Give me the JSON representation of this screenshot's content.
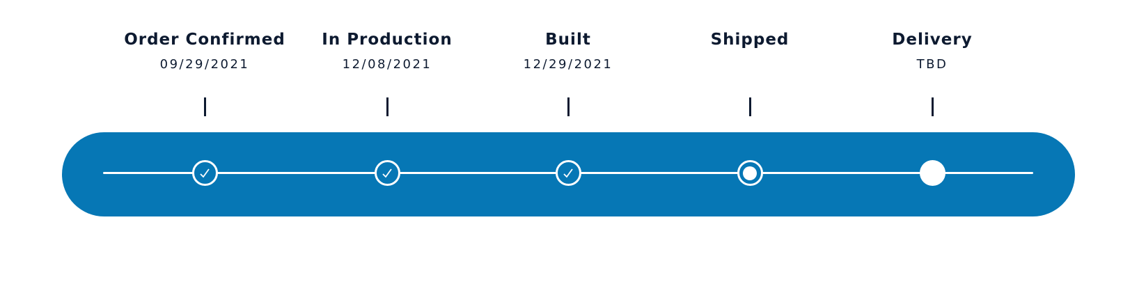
{
  "colors": {
    "bar": "#0677b5",
    "text": "#0d1a30",
    "node": "#ffffff"
  },
  "steps": [
    {
      "title": "Order Confirmed",
      "date": "09/29/2021",
      "status": "complete",
      "icon": "check-icon"
    },
    {
      "title": "In Production",
      "date": "12/08/2021",
      "status": "complete",
      "icon": "check-icon"
    },
    {
      "title": "Built",
      "date": "12/29/2021",
      "status": "complete",
      "icon": "check-icon"
    },
    {
      "title": "Shipped",
      "date": "",
      "status": "current",
      "icon": "current-dot-icon"
    },
    {
      "title": "Delivery",
      "date": "TBD",
      "status": "pending",
      "icon": "pending-dot-icon"
    }
  ]
}
